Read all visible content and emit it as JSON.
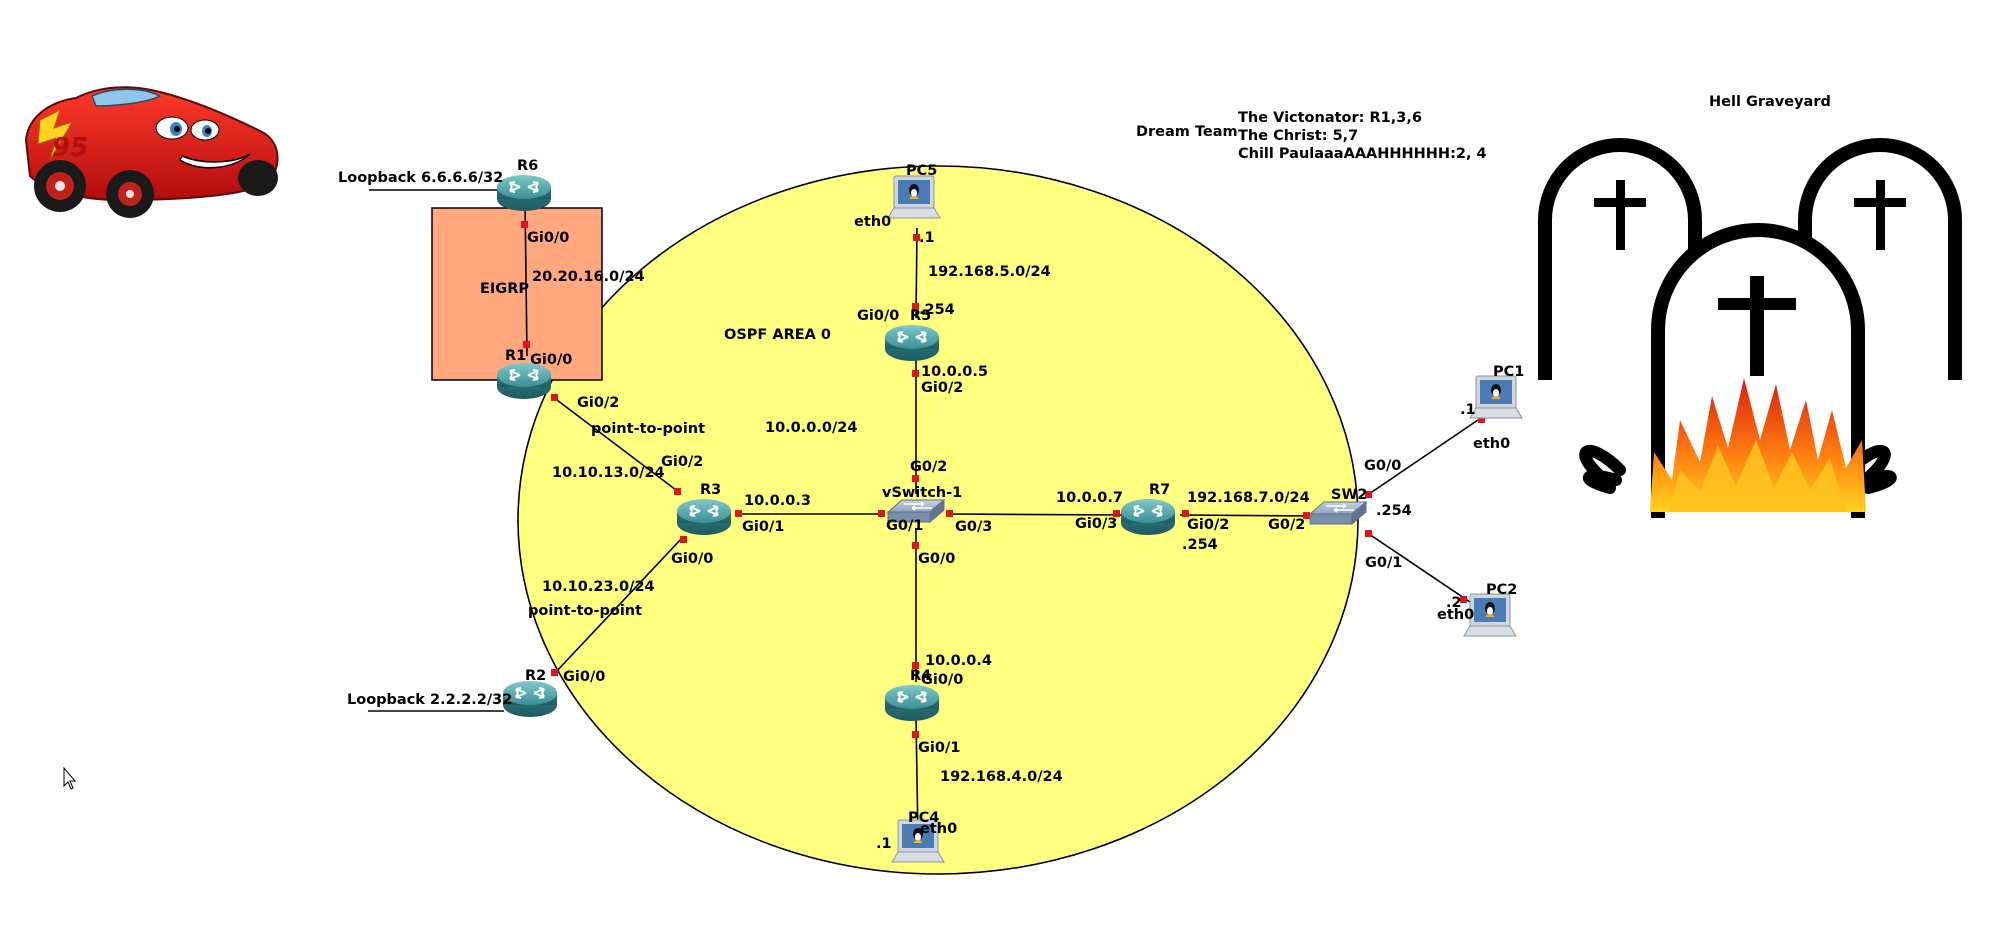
{
  "title_team": "Dream Team",
  "team_members": [
    "The Victonator: R1,3,6",
    "The Christ: 5,7",
    "Chill PaulaaaAAAHHHHHH:2, 4"
  ],
  "graveyard_title": "Hell  Graveyard",
  "areas": {
    "ospf": "OSPF AREA 0",
    "eigrp": "EIGRP",
    "backbone_net": "10.0.0.0/24"
  },
  "devices": {
    "r1": "R1",
    "r2": "R2",
    "r3": "R3",
    "r4": "R4",
    "r5": "R5",
    "r6": "R6",
    "r7": "R7",
    "sw1": "vSwitch-1",
    "sw2": "SW2",
    "pc1": "PC1",
    "pc2": "PC2",
    "pc4": "PC4",
    "pc5": "PC5"
  },
  "labels": {
    "loop6": "Loopback 6.6.6.6/32",
    "loop2": "Loopback 2.2.2.2/32",
    "r6_gi00": "Gi0/0",
    "r1r6_net": "20.20.16.0/24",
    "r1_gi00": "Gi0/0",
    "r1_gi02": "Gi0/2",
    "p2p_1": "point-to-point",
    "r3_gi02": "Gi0/2",
    "r1r3_net": "10.10.13.0/24",
    "r3_ip": "10.0.0.3",
    "r3_gi01": "Gi0/1",
    "r3_gi00": "Gi0/0",
    "r2r3_net": "10.10.23.0/24",
    "p2p_2": "point-to-point",
    "r2_gi00": "Gi0/0",
    "pc5_eth0": "eth0",
    "pc5_ip": ".1",
    "pc5_net": "192.168.5.0/24",
    "r5_gi00": "Gi0/0",
    "r5_254": ".254",
    "r5_ip": "10.0.0.5",
    "r5_gi02": "Gi0/2",
    "sw1_g02": "G0/2",
    "sw1_g01": "G0/1",
    "sw1_g03": "G0/3",
    "sw1_g00": "G0/0",
    "r4_ip": "10.0.0.4",
    "r4_gi00": "Gi0/0",
    "r4_gi01": "Gi0/1",
    "pc4_net": "192.168.4.0/24",
    "pc4_eth0": "eth0",
    "pc4_ip": ".1",
    "r7_ip": "10.0.0.7",
    "r7_gi03": "Gi0/3",
    "r7_net": "192.168.7.0/24",
    "r7_gi02": "Gi0/2",
    "r7_254": ".254",
    "sw2_g02": "G0/2",
    "sw2_254": ".254",
    "sw2_g00": "G0/0",
    "sw2_g01": "G0/1",
    "pc1_ip": ".1",
    "pc1_eth0": "eth0",
    "pc2_ip": ".2",
    "pc2_eth0": "eth0"
  },
  "colors": {
    "ospf_fill": "#ffff80",
    "eigrp_fill": "#ffa880",
    "port": "#e0141c",
    "router": "#2f8f8f"
  }
}
